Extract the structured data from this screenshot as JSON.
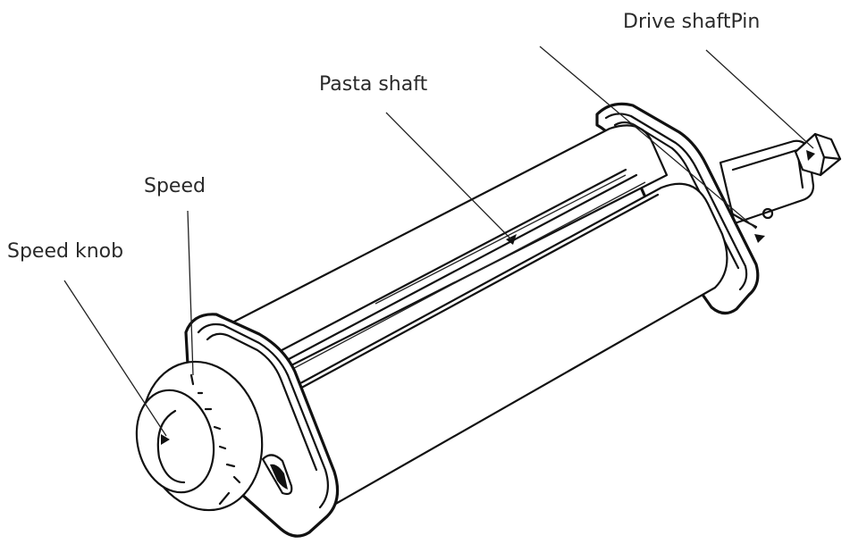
{
  "diagram": {
    "labels": {
      "drive_shaft_pin": "Drive shaftPin",
      "pasta_shaft": "Pasta shaft",
      "speed": "Speed",
      "speed_knob": "Speed knob"
    },
    "ink_color": "#111111",
    "background_color": "#ffffff"
  }
}
